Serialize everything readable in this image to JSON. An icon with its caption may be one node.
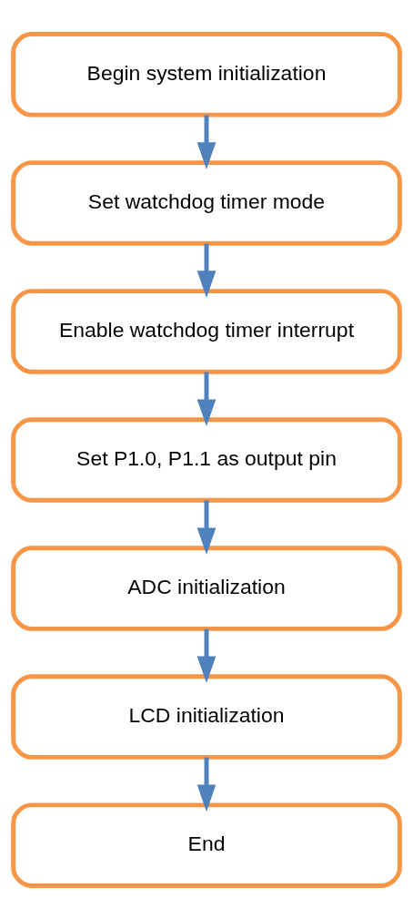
{
  "diagram": {
    "nodes": [
      {
        "text": [
          "Begin system initialization"
        ]
      },
      {
        "text": [
          "Set watchdog timer mode"
        ]
      },
      {
        "text": [
          "Enable watchdog timer interrupt"
        ]
      },
      {
        "text": [
          "Set P1.0, P1.1 as output pin"
        ]
      },
      {
        "text": [
          "ADC initialization"
        ]
      },
      {
        "text": [
          "LCD initialization"
        ]
      },
      {
        "text": [
          "End"
        ]
      }
    ],
    "edges": [
      {
        "from": 0,
        "to": 1,
        "arrow": "to"
      },
      {
        "from": 1,
        "to": 2,
        "arrow": "to"
      },
      {
        "from": 2,
        "to": 3,
        "arrow": "to"
      },
      {
        "from": 3,
        "to": 4,
        "arrow": "to"
      },
      {
        "from": 4,
        "to": 5,
        "arrow": "to"
      },
      {
        "from": 5,
        "to": 6,
        "arrow": "to"
      }
    ]
  }
}
